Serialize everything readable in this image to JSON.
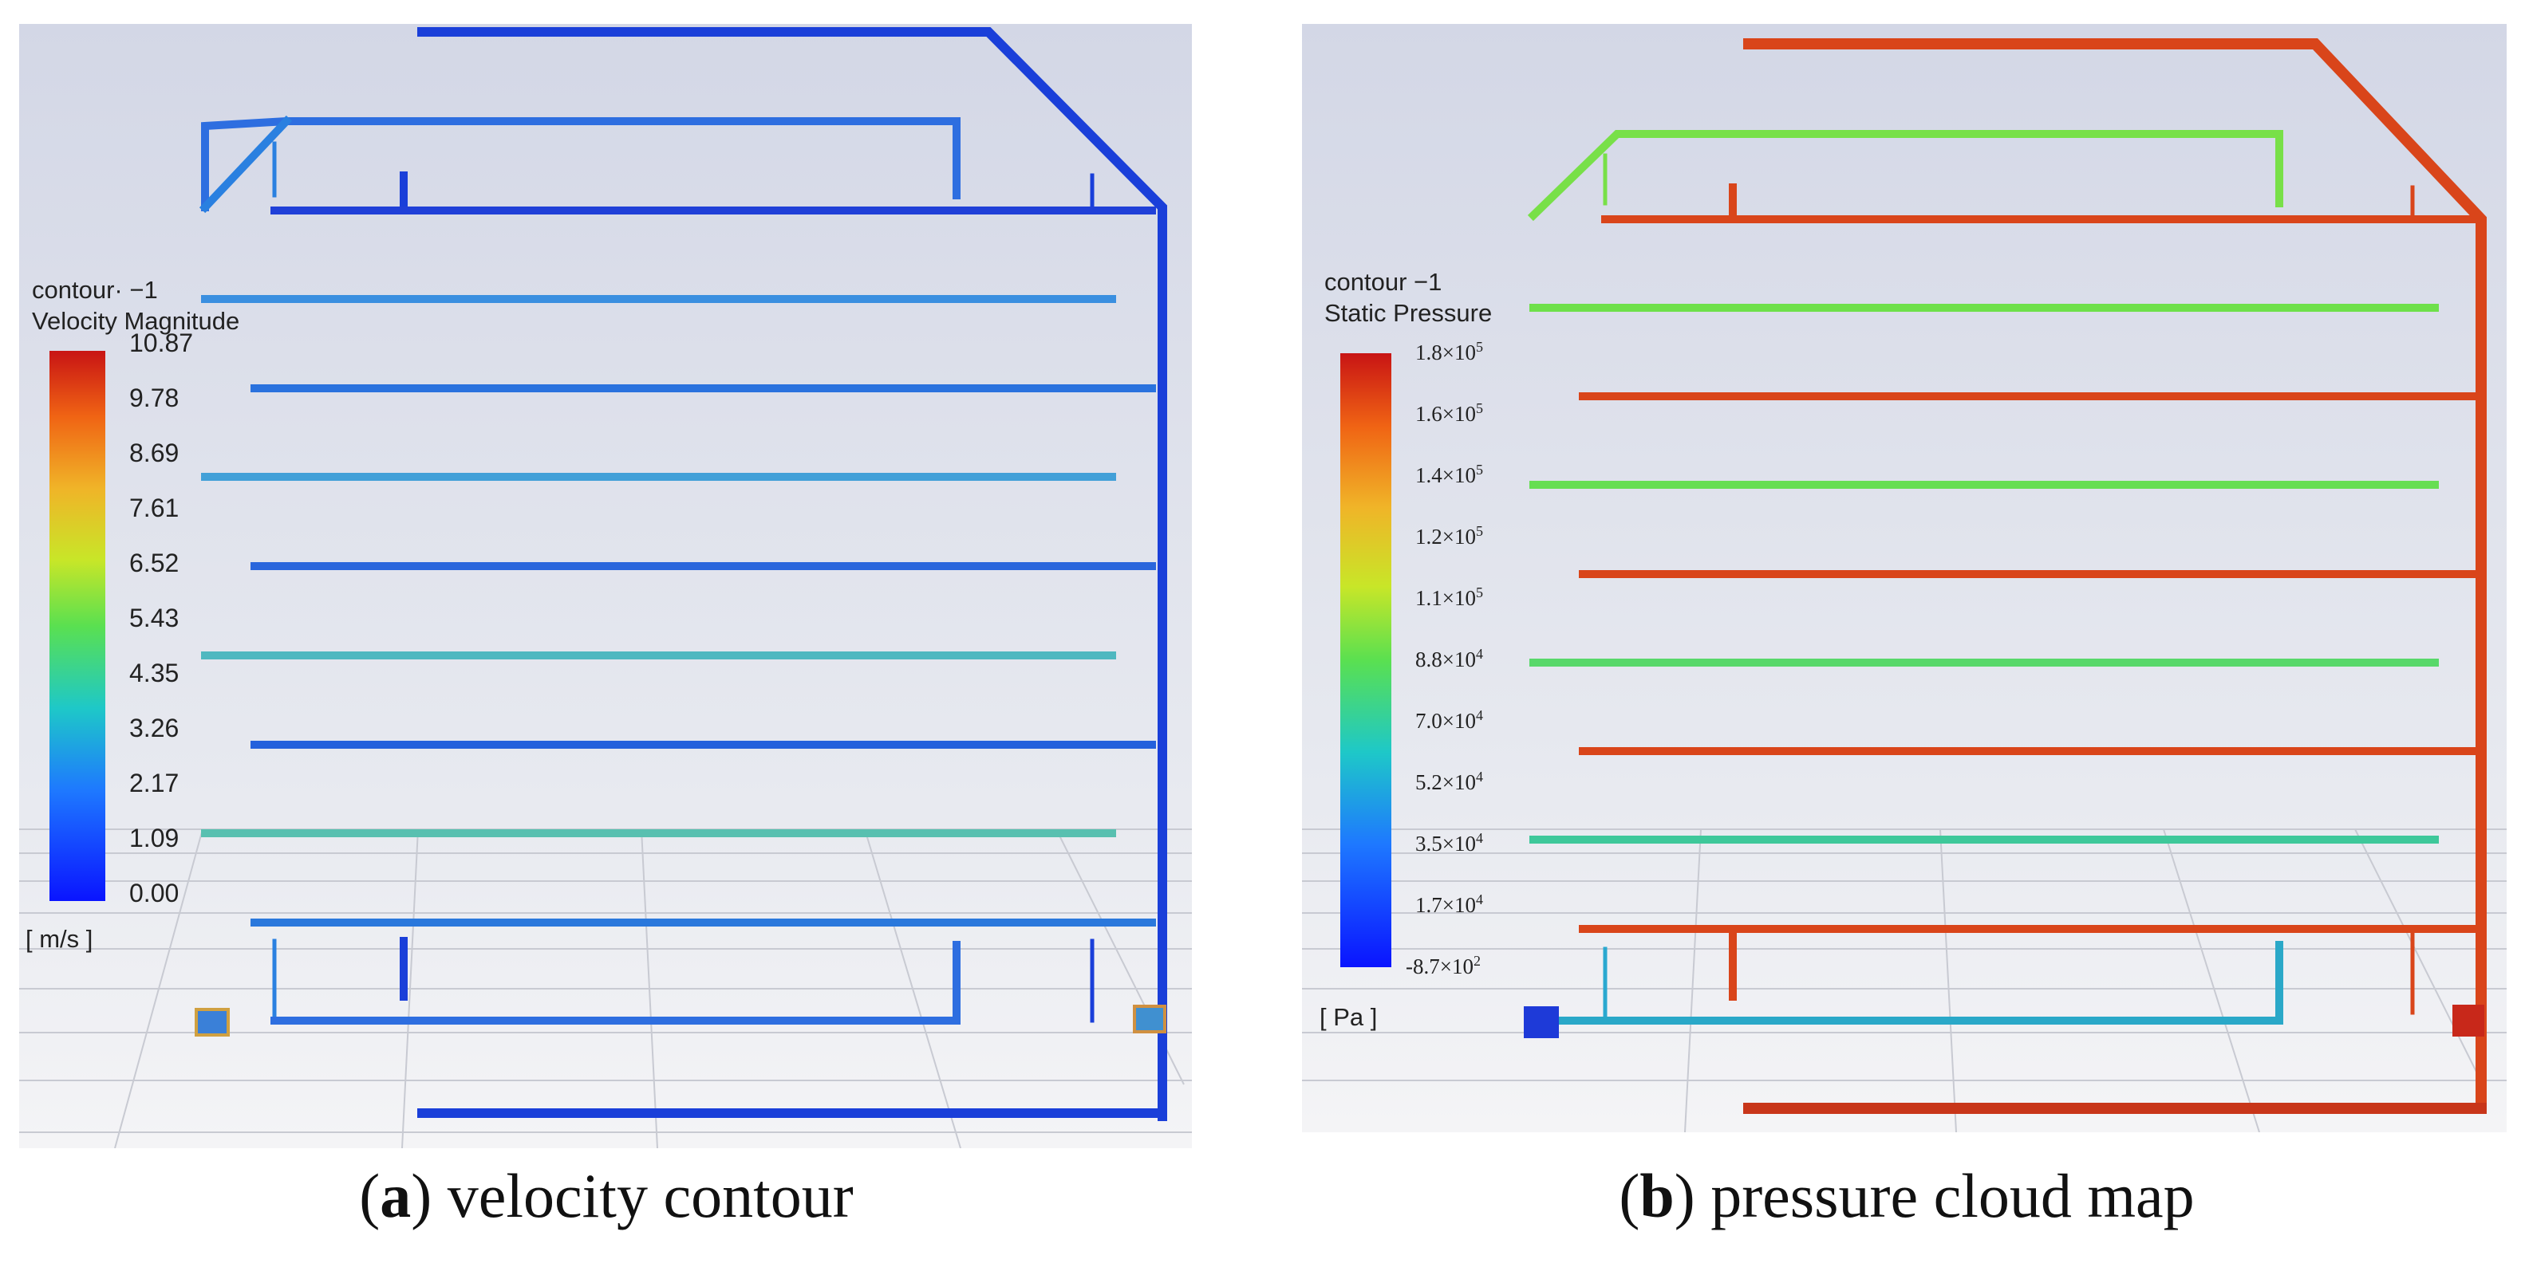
{
  "panel_a": {
    "caption_letter": "a",
    "caption_text": "velocity contour",
    "legend": {
      "title_line1": "contour· −1",
      "title_line2": "Velocity Magnitude",
      "unit": "[ m/s ]",
      "ticks": [
        "10.87",
        "9.78",
        "8.69",
        "7.61",
        "6.52",
        "5.43",
        "4.35",
        "3.26",
        "2.17",
        "1.09",
        "0.00"
      ],
      "colormap": "rainbow (blue to red)"
    }
  },
  "panel_b": {
    "caption_letter": "b",
    "caption_text": "pressure cloud map",
    "legend": {
      "title_line1": "contour  −1",
      "title_line2": "Static Pressure",
      "unit": "[ Pa ]",
      "ticks": [
        {
          "m": "1.8×10",
          "e": "5"
        },
        {
          "m": "1.6×10",
          "e": "5"
        },
        {
          "m": "1.4×10",
          "e": "5"
        },
        {
          "m": "1.2×10",
          "e": "5"
        },
        {
          "m": "1.1×10",
          "e": "5"
        },
        {
          "m": "8.8×10",
          "e": "4"
        },
        {
          "m": "7.0×10",
          "e": "4"
        },
        {
          "m": "5.2×10",
          "e": "4"
        },
        {
          "m": "3.5×10",
          "e": "4"
        },
        {
          "m": "1.7×10",
          "e": "4"
        },
        {
          "m": "-8.7×10",
          "e": "2"
        }
      ],
      "colormap": "rainbow (blue to red)"
    }
  },
  "colors": {
    "velocity_pipe": "#1a3fd9",
    "pressure_high": "#d9451a",
    "pressure_mid": "#6ee04a",
    "pressure_low": "#2d8bd8"
  }
}
